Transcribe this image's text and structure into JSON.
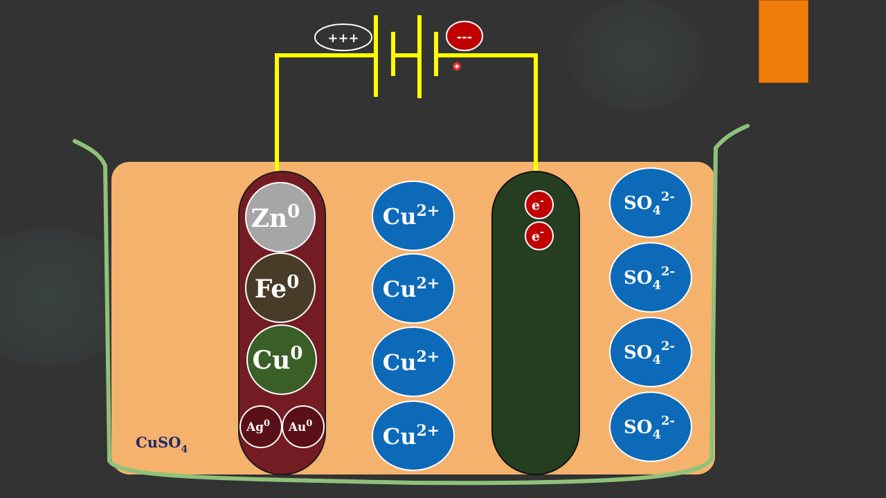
{
  "battery": {
    "positive_label": "+++",
    "negative_label": "---"
  },
  "anode": {
    "atoms": [
      {
        "symbol": "Zn",
        "sup": "0",
        "color": "#a6a6a6"
      },
      {
        "symbol": "Fe",
        "sup": "0",
        "color": "#483c28"
      },
      {
        "symbol": "Cu",
        "sup": "0",
        "color": "#3a6028"
      },
      {
        "symbol": "Ag",
        "sup": "0",
        "color": "#5a1018"
      },
      {
        "symbol": "Au",
        "sup": "0",
        "color": "#5a1018"
      }
    ],
    "color": "#741c24"
  },
  "cations": [
    {
      "symbol": "Cu",
      "sup": "2+"
    },
    {
      "symbol": "Cu",
      "sup": "2+"
    },
    {
      "symbol": "Cu",
      "sup": "2+"
    },
    {
      "symbol": "Cu",
      "sup": "2+"
    }
  ],
  "cathode": {
    "color": "#253e21",
    "electrons": [
      {
        "symbol": "e",
        "sup": "-"
      },
      {
        "symbol": "e",
        "sup": "-"
      }
    ]
  },
  "anions": [
    {
      "symbol": "SO",
      "sub": "4",
      "sup": "2-"
    },
    {
      "symbol": "SO",
      "sub": "4",
      "sup": "2-"
    },
    {
      "symbol": "SO",
      "sub": "4",
      "sup": "2-"
    },
    {
      "symbol": "SO",
      "sub": "4",
      "sup": "2-"
    }
  ],
  "solution_label": {
    "base": "CuSO",
    "sub": "4"
  },
  "colors": {
    "background": "#333333",
    "solution": "#f5b26c",
    "beaker": "#8fc17a",
    "wire": "#ffff00",
    "ion": "#0d6ab8",
    "electron": "#c00000",
    "accent": "#ef7d0a"
  }
}
